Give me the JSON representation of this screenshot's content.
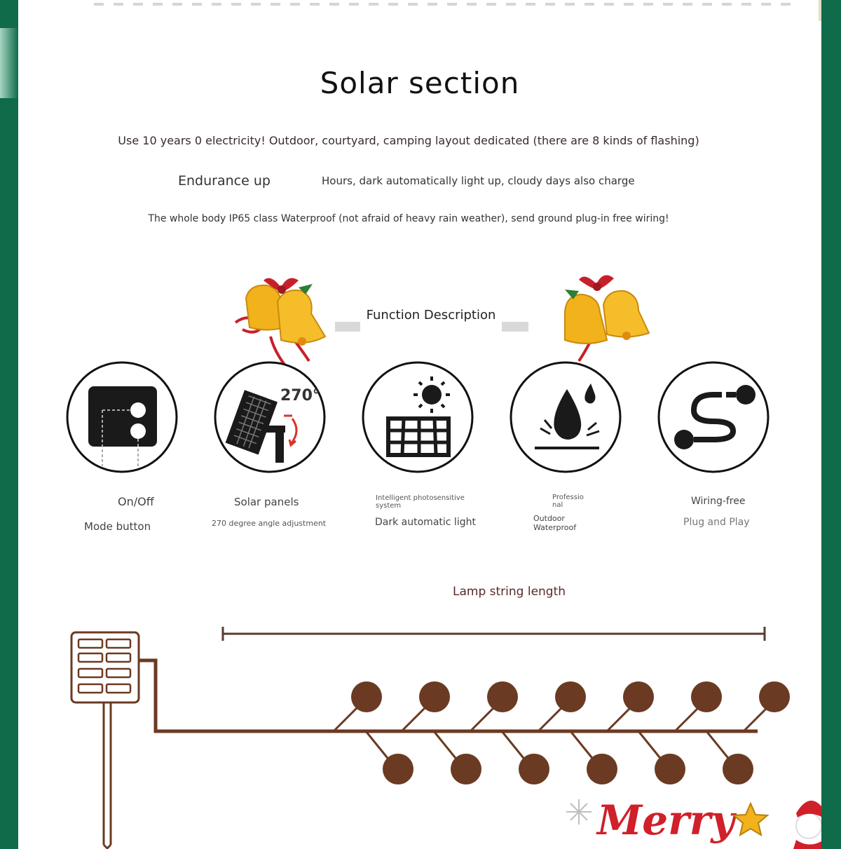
{
  "header": {
    "title": "Solar section"
  },
  "intro": {
    "line1": "Use 10 years 0 electricity! Outdoor, courtyard, camping layout dedicated (there are 8 kinds of flashing)",
    "endurance_label": "Endurance up",
    "endurance_text": "Hours, dark automatically light up, cloudy days also charge",
    "line3": "The whole body IP65 class Waterproof (not afraid of heavy rain weather), send ground plug-in free wiring!"
  },
  "function_section": {
    "title": "Function Description"
  },
  "features": [
    {
      "icon": "switch-icon",
      "label1": "On/Off",
      "label2": "Mode button"
    },
    {
      "icon": "solar-panel-rotate-icon",
      "angle_text": "270°",
      "label1": "Solar panels",
      "label2": "270 degree angle adjustment"
    },
    {
      "icon": "sun-solar-icon",
      "label1a": "Intelligent photosensitive",
      "label1b": "system",
      "label2": "Dark automatic light"
    },
    {
      "icon": "water-drop-icon",
      "label1a": "Professio",
      "label1b": "nal",
      "label2a": "Outdoor",
      "label2b": "Waterproof"
    },
    {
      "icon": "wire-free-icon",
      "label1": "Wiring-free",
      "label2": "Plug and Play"
    }
  ],
  "lamp_section": {
    "title": "Lamp string length"
  },
  "decor": {
    "merry_text": "Merry"
  },
  "colors": {
    "background_green": "#0f6b4a",
    "bulb_brown": "#6b3a22",
    "ribbon_red": "#c8202a",
    "bell_gold": "#f2b21c"
  }
}
